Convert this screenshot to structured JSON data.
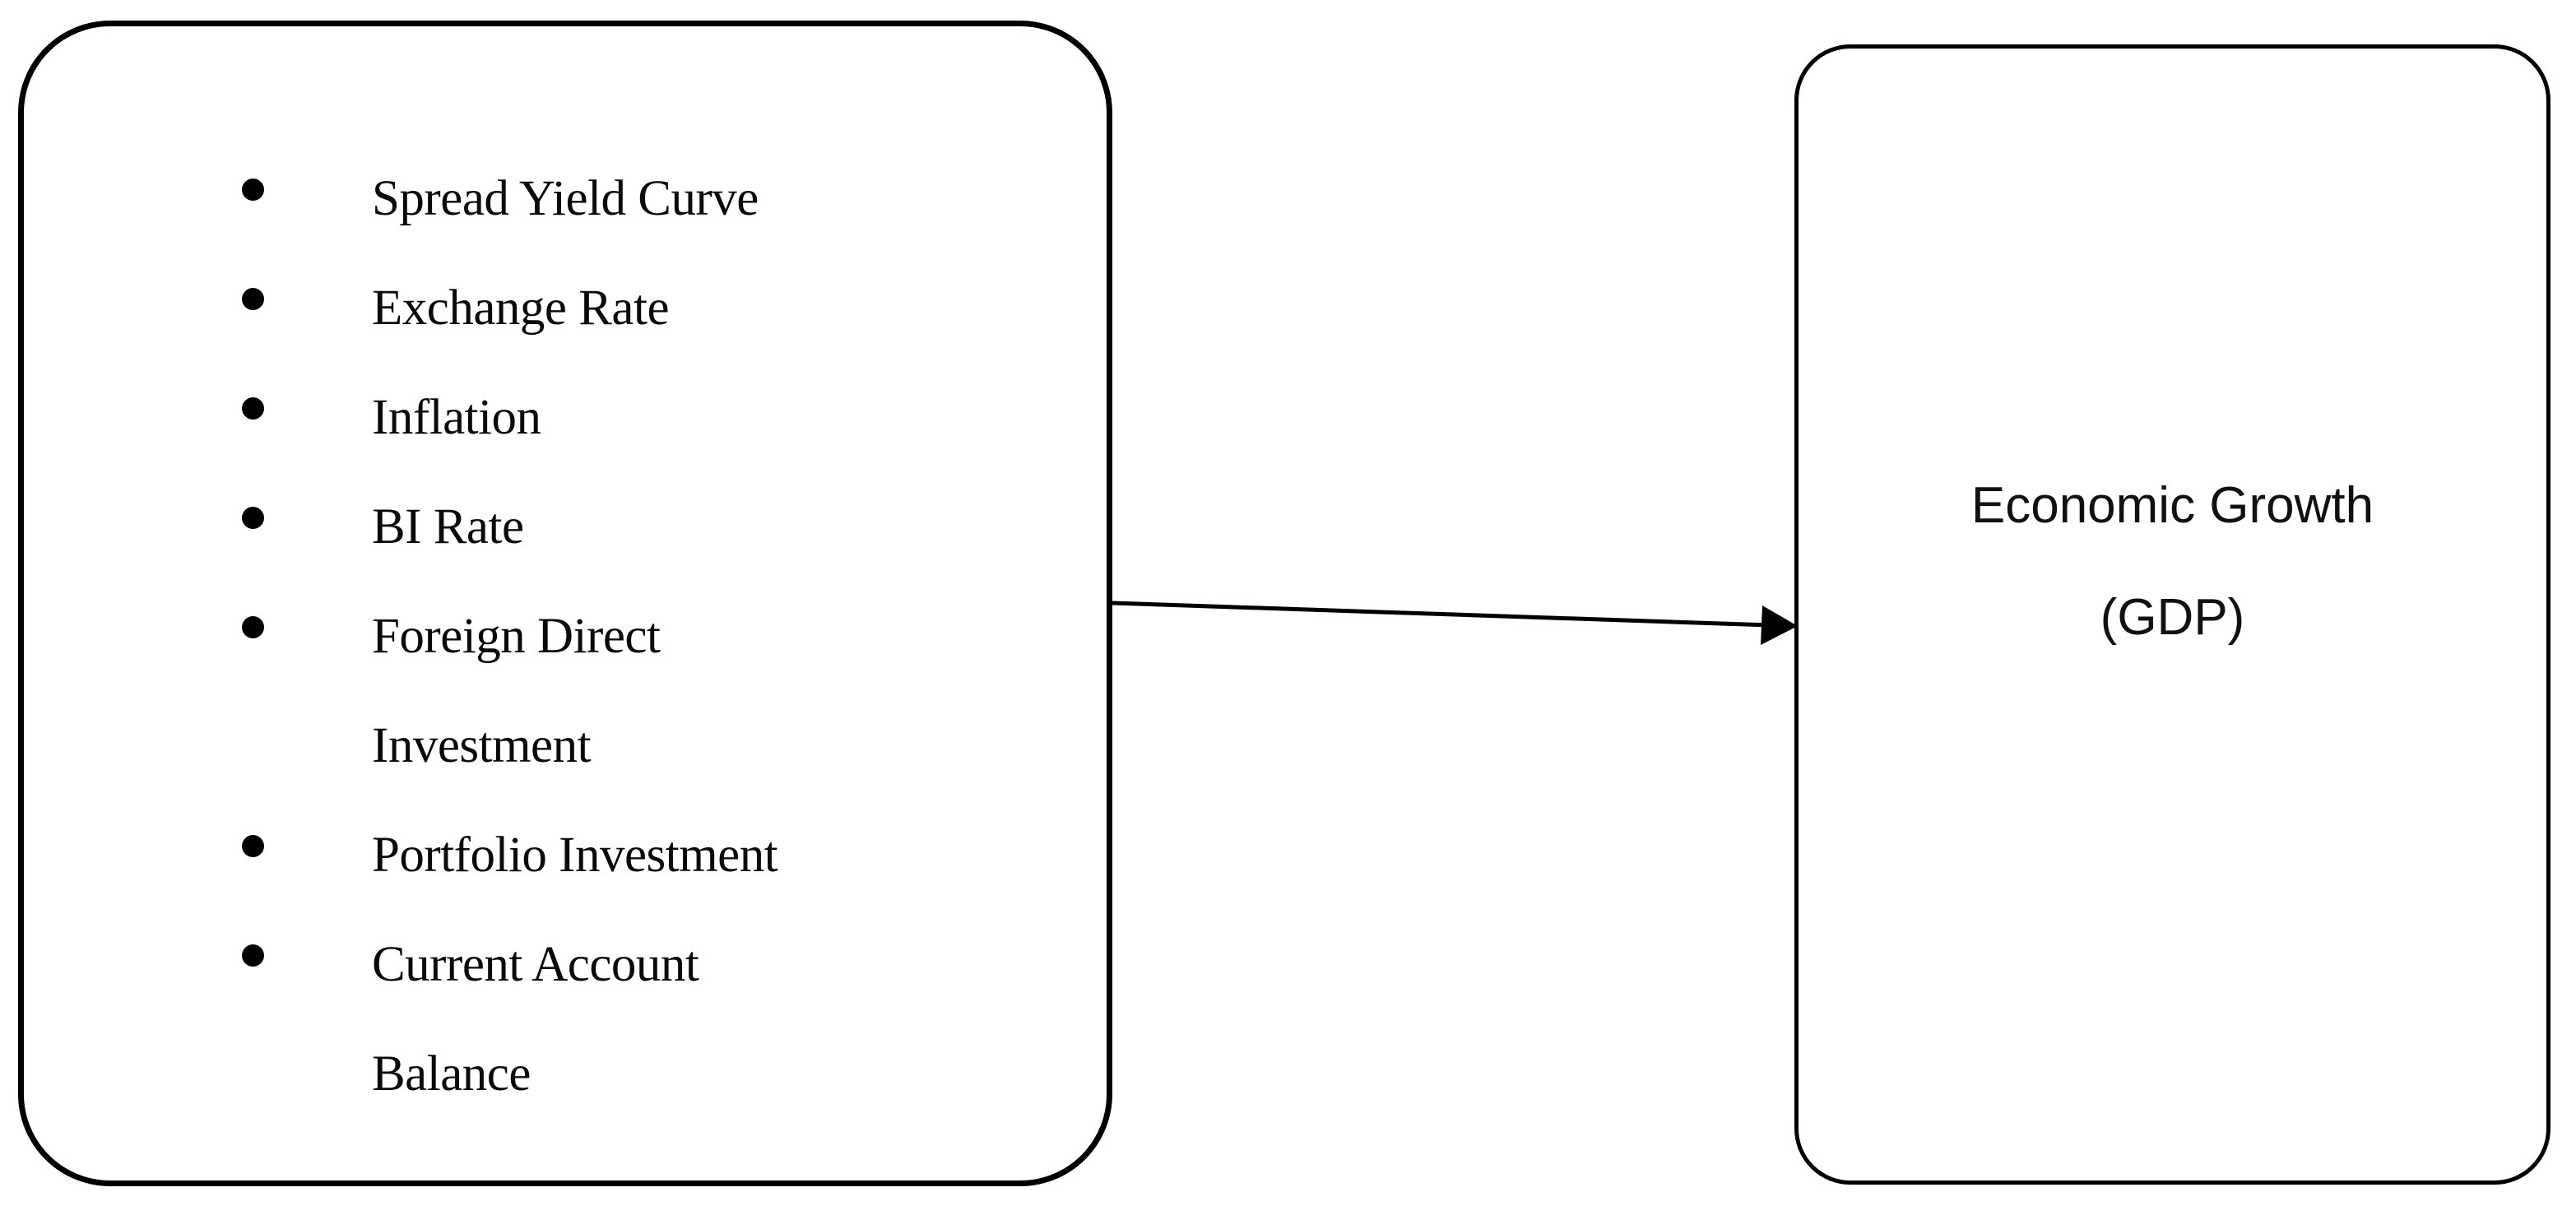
{
  "diagram": {
    "type": "conceptual-framework",
    "background_color": "#ffffff",
    "stroke_color": "#000000",
    "text_color": "#111111"
  },
  "left_box": {
    "name": "independent-variables-box",
    "shape": "rounded-rectangle",
    "bullet_glyph": "•",
    "items": [
      {
        "label": "Spread Yield Curve"
      },
      {
        "label": "Exchange Rate"
      },
      {
        "label": "Inflation"
      },
      {
        "label": "BI Rate"
      },
      {
        "label": "Foreign Direct\nInvestment"
      },
      {
        "label": "Portfolio Investment"
      },
      {
        "label": "Current Account\nBalance"
      }
    ]
  },
  "right_box": {
    "name": "dependent-variable-box",
    "shape": "rounded-rectangle",
    "title": "Economic Growth",
    "subtitle": "(GDP)"
  },
  "connector": {
    "name": "arrow",
    "direction": "left-to-right",
    "head": "solid-triangle",
    "from": "independent-variables-box",
    "to": "dependent-variable-box"
  }
}
